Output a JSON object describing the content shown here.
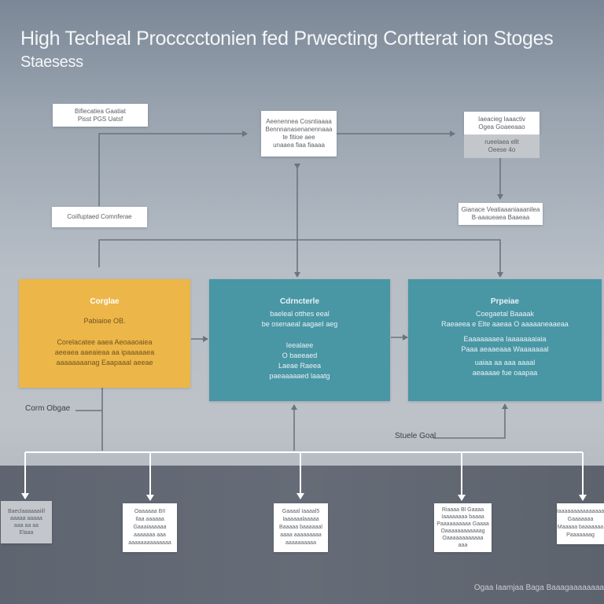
{
  "title": {
    "line1": "High Techeal Procccctonien fed Prwecting Cortterat ion Stoges",
    "line2": "Staesess"
  },
  "top_nodes": [
    {
      "lines": [
        "Bifiecatiea Gaatiat",
        "Pisst PGS Uatsf"
      ]
    },
    {
      "lines": [
        "Aeenennea Cosntiaaaa",
        "Bennnanasenanennaaa",
        "te fitioe aee",
        "unaaea fiaa fiaaaa"
      ]
    },
    {
      "lines": [
        "Iaeacieg Iaaactiv",
        "Ogea Goaeeaao"
      ]
    },
    {
      "lines": [
        "rueelaea ellt",
        "Oeese 4o"
      ]
    }
  ],
  "mid_nodes": [
    {
      "lines": [
        "Coiifuptaed Comnferae"
      ]
    },
    {
      "lines": [
        "Gianace Veatiaaaniaaanilea",
        "B-aaaueaea Baaeaa"
      ]
    }
  ],
  "stages": [
    {
      "title": "Corglae",
      "subtitle": "Pabiaioe OB.",
      "lines": [
        "Corelacatee aaea Aeoaaoaiea",
        "aeeaea aaeaieaa aa ipaaaaaea",
        "aaaaaaaanag Eaapaaal aeeae"
      ]
    },
    {
      "title": "Cdrncterle",
      "subtitle": "baeleal otthes eeal",
      "subtitle2": "be osenaeal aagaeI aeg",
      "lines": [
        "Ieealaee",
        "O baeeaed",
        "Laeae Raeea",
        "paeaaaaaed laaatg"
      ]
    },
    {
      "title": "Prpeiae",
      "subtitle": "Coegaetal Baaaak",
      "subtitle2": "Raeaeea e Elte aaeaa O aaaaaneaaeaa",
      "lines": [
        "Eaaaaaaaea Iaaaaaaaiaia",
        "Paaa aeaaeaaa Waaaaaaal",
        "uaiaa aa aaa aaaal",
        "aeaaaae fue oaapaa"
      ]
    }
  ],
  "side_labels": {
    "left": "Corm Obgae",
    "right": "Stuele Goal"
  },
  "bottom_nodes": [
    {
      "lines": [
        "Baeclaaaaaaiill",
        "aaaaa aaaaa",
        "aaa aa aa",
        "Elaaa"
      ],
      "variant": "grey"
    },
    {
      "lines": [
        "Oaaaaaa BII",
        "Ilaa aaaaaa",
        "Gaaaiaaaaaa",
        "aaaaaaa aaa",
        "aaaaaaaaaaaaaa"
      ],
      "variant": "white"
    },
    {
      "lines": [
        "Gaaaal Iaaaal5",
        "Iaaaaaalaaaaa",
        "Baaaaa baaaaaal",
        "aaaa aaaaaaaaa",
        "aaaaaaaaaa"
      ],
      "variant": "white"
    },
    {
      "lines": [
        "Riaaaa Bl Gaaaa",
        "Iaaaaaaaa baaaa",
        "Paaaaaaaaaa Gaaaa",
        "Oaaaaaaaaaaaag",
        "Oaaaaaaaaaaaa",
        "aaa"
      ],
      "variant": "white"
    },
    {
      "lines": [
        "Iaaaaaaaaaaaaaaa",
        "Gaaaaaaa",
        "Maaaaa baaaaaaa",
        "Paaaaaaag"
      ],
      "variant": "white"
    }
  ],
  "footer": "Ogaa Iaamjaa Baga Baaagaaaaaaaa",
  "colors": {
    "stage_yellow": "#edb648",
    "stage_teal": "#4996a5",
    "connector": "#6a7480",
    "bottom_connector": "#ffffff"
  }
}
